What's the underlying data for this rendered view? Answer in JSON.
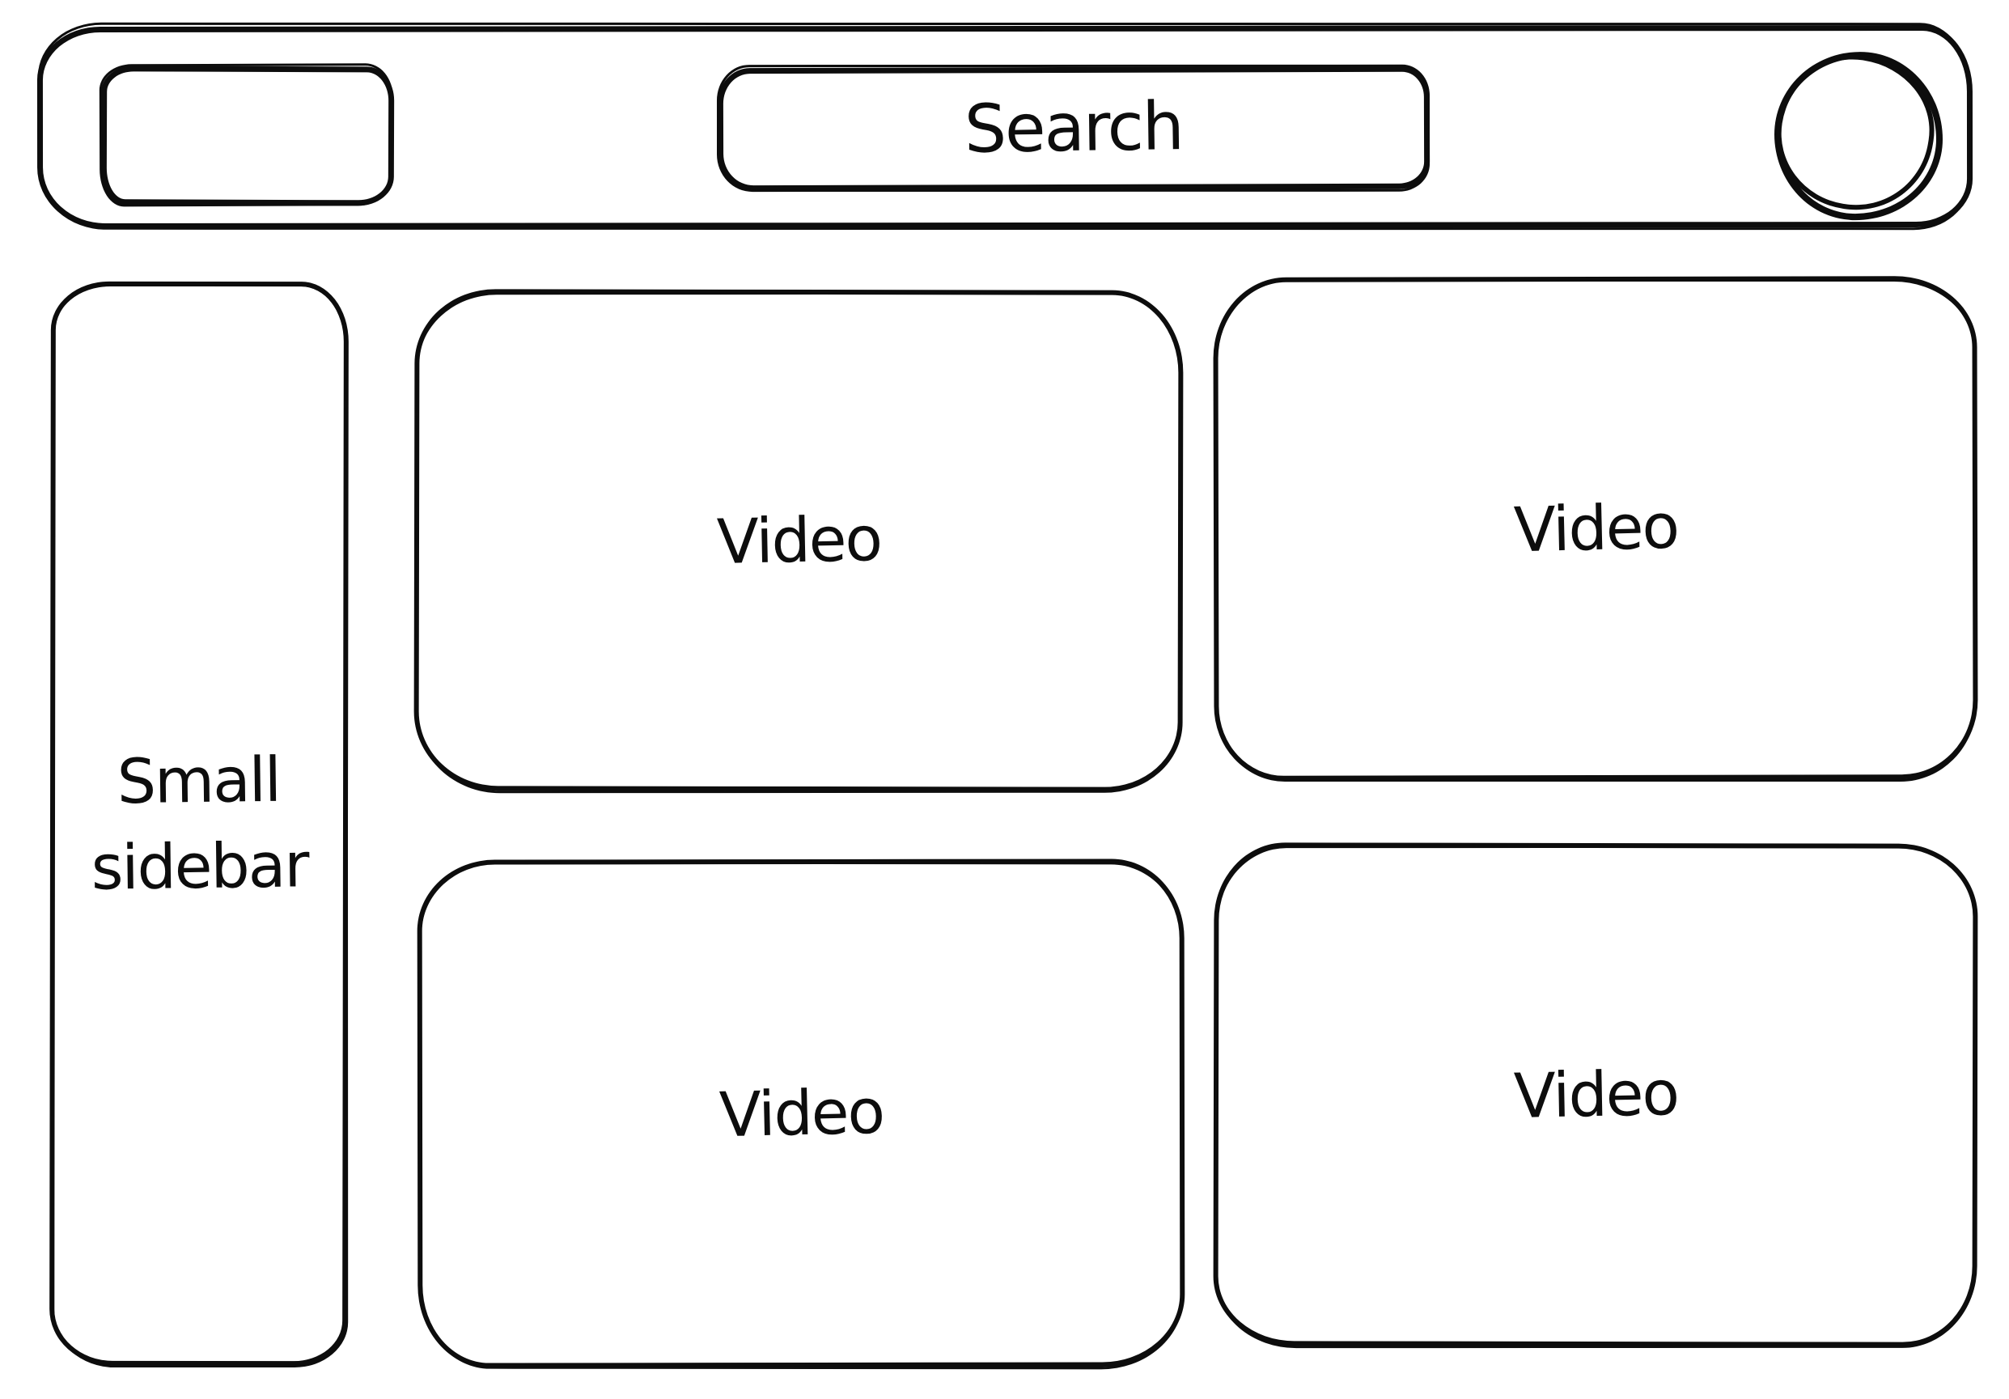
{
  "colors": {
    "ink": "#0d0d0d",
    "background": "#ffffff"
  },
  "topbar": {
    "search_label": "Search"
  },
  "sidebar": {
    "label": "Small sidebar"
  },
  "videos": [
    {
      "label": "Video"
    },
    {
      "label": "Video"
    },
    {
      "label": "Video"
    },
    {
      "label": "Video"
    }
  ]
}
